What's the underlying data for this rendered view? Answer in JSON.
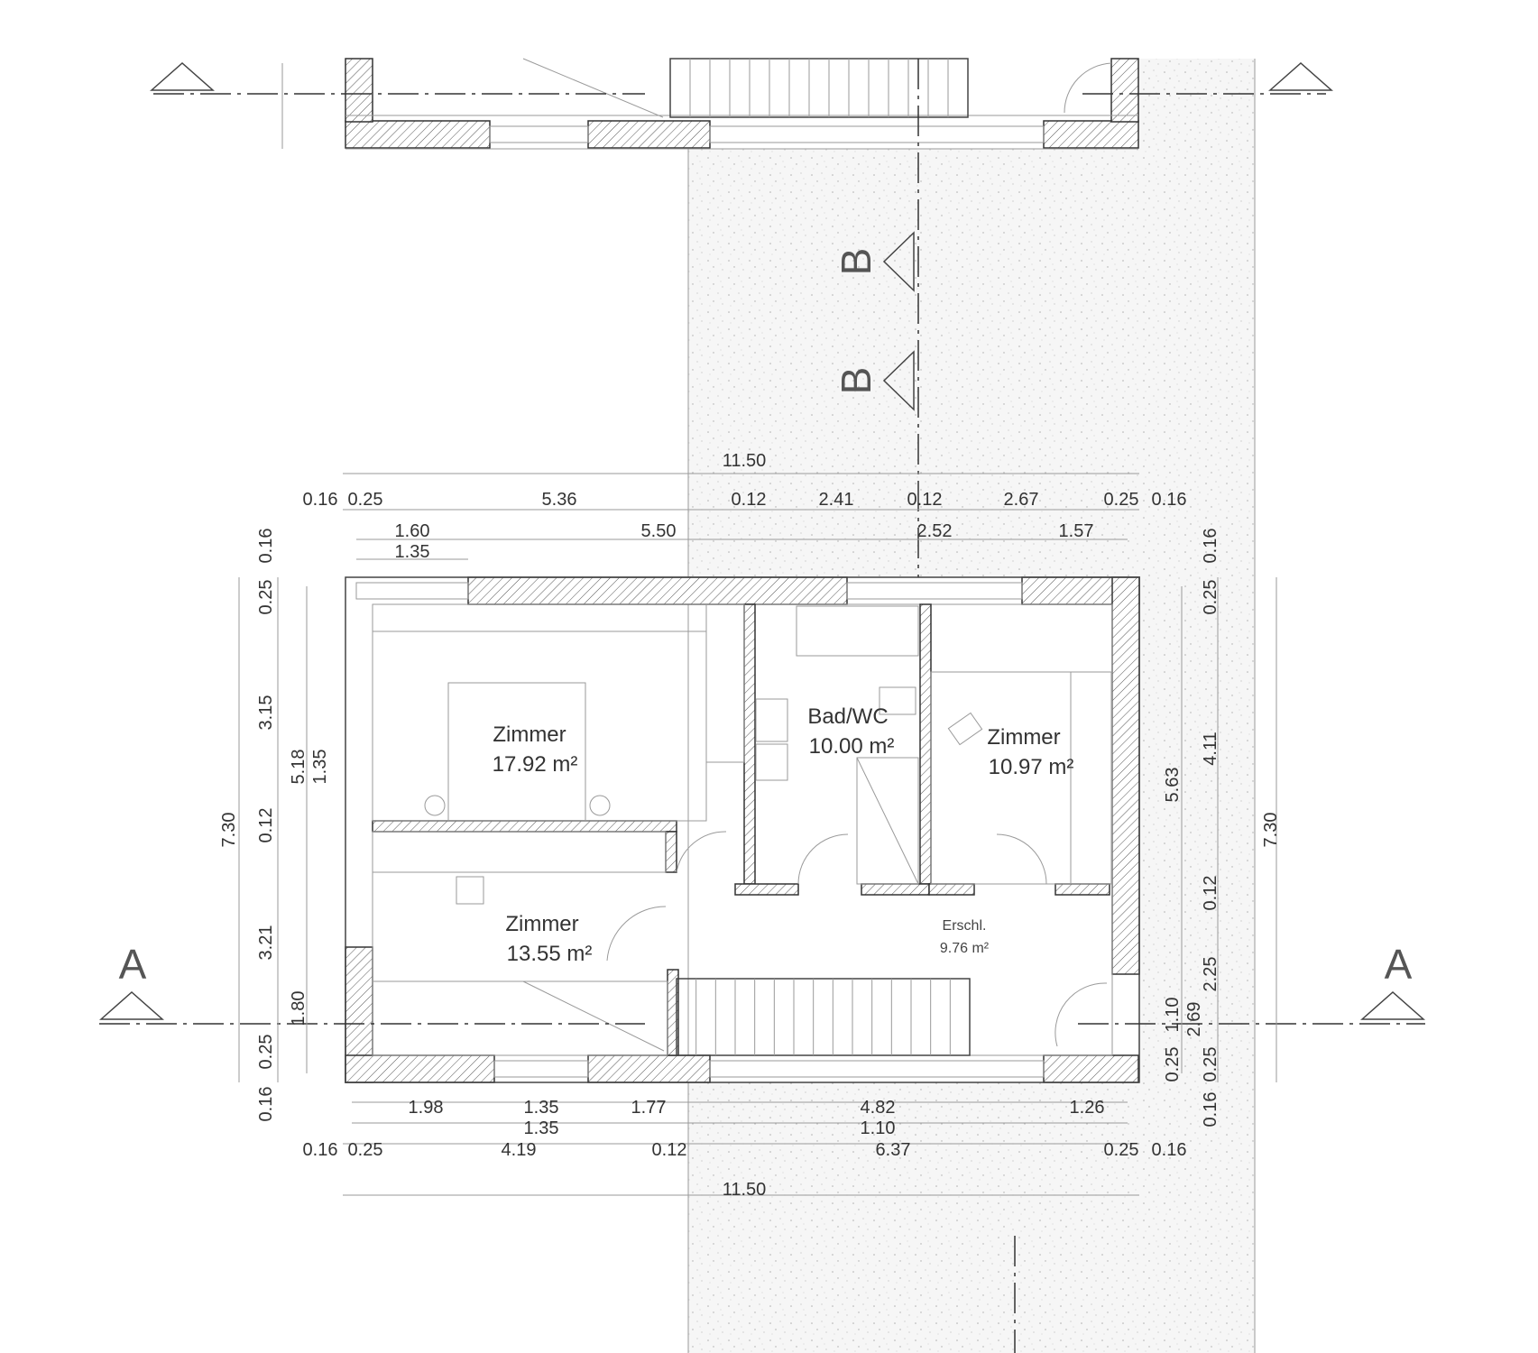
{
  "colors": {
    "line": "#333333",
    "accent_red": "#e05a6a",
    "paving": "#f3f3f3"
  },
  "rooms": [
    {
      "name": "Zimmer",
      "area": "17.92 m²"
    },
    {
      "name": "Bad/WC",
      "area": "10.00 m²"
    },
    {
      "name": "Zimmer",
      "area": "10.97 m²"
    },
    {
      "name": "Zimmer",
      "area": "13.55 m²"
    },
    {
      "name": "Erschl.",
      "area": "9.76 m²"
    }
  ],
  "section_markers": {
    "a_left": "A",
    "a_right": "A",
    "b_upper": "B",
    "b_lower": "B"
  },
  "dimensions": {
    "top": {
      "overall": "11.50",
      "row1": [
        "0.16",
        "0.25",
        "5.36",
        "0.12",
        "2.41",
        "0.12",
        "2.67",
        "0.25",
        "0.16"
      ],
      "row2": [
        "1.60",
        "5.50",
        "2.52",
        "1.57"
      ],
      "row3": [
        "1.35"
      ]
    },
    "bottom": {
      "row1": [
        "1.98",
        "1.35",
        "1.77",
        "4.82",
        "1.26"
      ],
      "row2": [
        "1.35",
        "1.10"
      ],
      "row3": [
        "0.16",
        "0.25",
        "4.19",
        "0.12",
        "6.37",
        "0.25",
        "0.16"
      ],
      "overall": "11.50"
    },
    "left": {
      "outer": [
        "0.16",
        "0.25",
        "3.15",
        "0.12",
        "3.21",
        "0.25",
        "0.16"
      ],
      "overall": "7.30",
      "inner": [
        "5.18",
        "1.35",
        "1.80"
      ]
    },
    "right": {
      "inner": [
        "5.63",
        "1.10",
        "2.69",
        "0.25"
      ],
      "outer": [
        "0.16",
        "0.25",
        "4.11",
        "0.12",
        "2.25",
        "0.25",
        "0.16"
      ],
      "overall": "7.30"
    }
  }
}
